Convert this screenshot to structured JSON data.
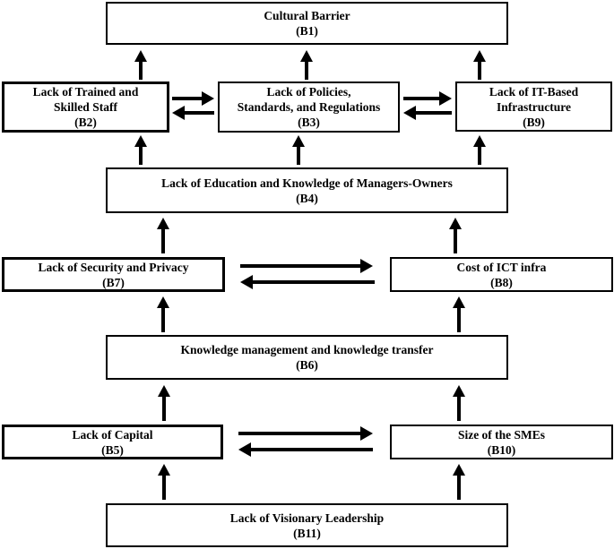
{
  "figure": {
    "type": "hierarchy-flow-diagram",
    "description_visible": "Barrier boxes B1-B11 connected by directional arrows"
  },
  "colors": {
    "background": "#ffffff",
    "box_border": "#000000",
    "text": "#000000",
    "arrow": "#000000"
  },
  "boxes": {
    "b1": {
      "id": "B1",
      "lines": [
        "Cultural Barrier",
        "(B1)"
      ]
    },
    "b2": {
      "id": "B2",
      "lines": [
        "Lack of Trained and",
        "Skilled Staff",
        "(B2)"
      ]
    },
    "b3": {
      "id": "B3",
      "lines": [
        "Lack of Policies,",
        "Standards, and Regulations",
        "(B3)"
      ]
    },
    "b9": {
      "id": "B9",
      "lines": [
        "Lack of IT-Based",
        "Infrastructure",
        "(B9)"
      ]
    },
    "b4": {
      "id": "B4",
      "lines": [
        "Lack of Education and Knowledge of Managers-Owners",
        "(B4)"
      ]
    },
    "b7": {
      "id": "B7",
      "lines": [
        "Lack of Security and Privacy",
        "(B7)"
      ]
    },
    "b8": {
      "id": "B8",
      "lines": [
        "Cost of ICT infra",
        "(B8)"
      ]
    },
    "b6": {
      "id": "B6",
      "lines": [
        "Knowledge management and knowledge transfer",
        "(B6)"
      ]
    },
    "b5": {
      "id": "B5",
      "lines": [
        "Lack of Capital",
        "(B5)"
      ]
    },
    "b10": {
      "id": "B10",
      "lines": [
        "Size of the SMEs",
        "(B10)"
      ]
    },
    "b11": {
      "id": "B11",
      "lines": [
        "Lack of Visionary Leadership",
        "(B11)"
      ]
    }
  },
  "edges": [
    {
      "from": "B2",
      "to": "B1",
      "type": "up"
    },
    {
      "from": "B3",
      "to": "B1",
      "type": "up"
    },
    {
      "from": "B9",
      "to": "B1",
      "type": "up"
    },
    {
      "from": "B2",
      "to": "B3",
      "type": "mutual"
    },
    {
      "from": "B3",
      "to": "B9",
      "type": "mutual"
    },
    {
      "from": "B4",
      "to": "B2",
      "type": "up"
    },
    {
      "from": "B4",
      "to": "B3",
      "type": "up"
    },
    {
      "from": "B4",
      "to": "B9",
      "type": "up"
    },
    {
      "from": "B7",
      "to": "B4",
      "type": "up"
    },
    {
      "from": "B8",
      "to": "B4",
      "type": "up"
    },
    {
      "from": "B7",
      "to": "B8",
      "type": "mutual"
    },
    {
      "from": "B6",
      "to": "B7",
      "type": "up"
    },
    {
      "from": "B6",
      "to": "B8",
      "type": "up"
    },
    {
      "from": "B5",
      "to": "B10",
      "type": "mutual"
    },
    {
      "from": "B5",
      "to": "B6",
      "type": "up"
    },
    {
      "from": "B10",
      "to": "B6",
      "type": "up"
    },
    {
      "from": "B11",
      "to": "B5",
      "type": "up"
    },
    {
      "from": "B11",
      "to": "B10",
      "type": "up"
    }
  ]
}
